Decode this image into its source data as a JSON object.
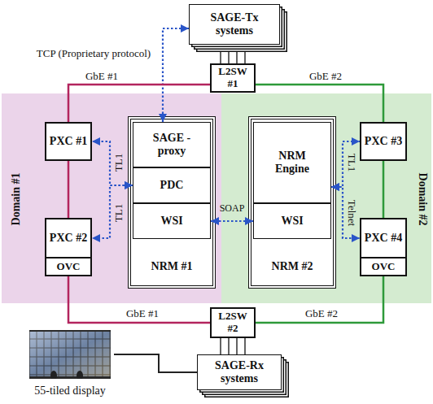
{
  "diagram": {
    "nodes": [
      {
        "text": [
          "SAGE-Tx systems"
        ]
      },
      {
        "text": [
          "L2SW #1"
        ]
      },
      {
        "text": [
          "Domain #1"
        ]
      },
      {
        "text": [
          "PXC #1"
        ],
        "in": 2
      },
      {
        "text": [
          "NRM #1"
        ],
        "in": 2
      },
      {
        "text": [
          "SAGE -proxy"
        ],
        "in": 4
      },
      {
        "text": [
          "PDC"
        ],
        "in": 4
      },
      {
        "text": [
          "WSI"
        ],
        "in": 4
      },
      {
        "text": [
          "PXC #2"
        ],
        "in": 2
      },
      {
        "text": [
          "OVC"
        ],
        "in": 2
      },
      {
        "text": [
          "Domain #2"
        ]
      },
      {
        "text": [
          "NRM #2"
        ],
        "in": 10
      },
      {
        "text": [
          "NRM Engine"
        ],
        "in": 11
      },
      {
        "text": [
          "WSI"
        ],
        "in": 11
      },
      {
        "text": [
          "PXC #3"
        ],
        "in": 10
      },
      {
        "text": [
          "PXC #4"
        ],
        "in": 10
      },
      {
        "text": [
          "OVC"
        ],
        "in": 10
      },
      {
        "text": [
          "L2SW #2"
        ]
      },
      {
        "text": [
          "SAGE-Rx systems"
        ]
      },
      {
        "text": [
          "55-tiled display"
        ]
      }
    ],
    "edges": [
      {
        "from": 5,
        "to": 0,
        "label": "TCP (Proprietary protocol)",
        "arrow": "both"
      },
      {
        "from": 0,
        "to": 1,
        "arrow": "none"
      },
      {
        "from": 1,
        "to": 3,
        "label": "GbE #1",
        "arrow": "none"
      },
      {
        "from": 1,
        "to": 14,
        "label": "GbE #2",
        "arrow": "none"
      },
      {
        "from": 6,
        "to": 3,
        "label": "TL1",
        "arrow": "both"
      },
      {
        "from": 6,
        "to": 8,
        "label": "TL1",
        "arrow": "both"
      },
      {
        "from": 7,
        "to": 13,
        "label": "SOAP",
        "arrow": "both"
      },
      {
        "from": 12,
        "to": 14,
        "label": "TL1",
        "arrow": "both"
      },
      {
        "from": 12,
        "to": 15,
        "label": "Telnet",
        "arrow": "both"
      },
      {
        "from": 3,
        "to": 8,
        "arrow": "none"
      },
      {
        "from": 14,
        "to": 15,
        "arrow": "none"
      },
      {
        "from": 9,
        "to": 17,
        "label": "GbE #1",
        "arrow": "none"
      },
      {
        "from": 16,
        "to": 17,
        "label": "GbE #2",
        "arrow": "none"
      },
      {
        "from": 17,
        "to": 18,
        "arrow": "none"
      },
      {
        "from": 19,
        "to": 18,
        "arrow": "none"
      }
    ]
  }
}
